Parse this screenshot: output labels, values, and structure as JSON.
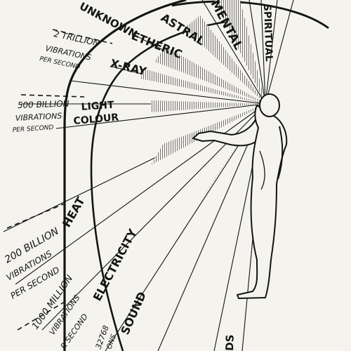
{
  "diagram": {
    "ink": "#141414",
    "paper": "#f4f3ee",
    "band_labels": {
      "unknown": "UNKNOWN",
      "astral": "ASTRAL",
      "mental": "MENTAL",
      "spiritual": "SPIRITUAL",
      "etheric": "ETHERIC",
      "xray": "X-RAY",
      "light": "LIGHT",
      "colour": "COLOUR",
      "heat": "HEAT",
      "electricity": "ELECTRICITY",
      "sound": "SOUND",
      "ds_fragment": "DS"
    },
    "frequency_labels": {
      "f2t_a": "2 TRILLION",
      "f2t_b": "VIBRATIONS",
      "f2t_c": "PER SECOND",
      "f500_a": "500 BILLION",
      "f500_b": "VIBRATIONS",
      "f500_c": "PER SECOND",
      "f200_a": "200 BILLION",
      "f200_b": "VIBRATIONS",
      "f200_c": "PER SECOND",
      "f1000_a": "1000 MILLION",
      "f1000_b": "VIBRATIONS",
      "f1000_c": "R SECOND",
      "f32768_a": "32768",
      "f32768_b": "ONS"
    },
    "figure_icon": "standing-man-pointing-icon"
  }
}
